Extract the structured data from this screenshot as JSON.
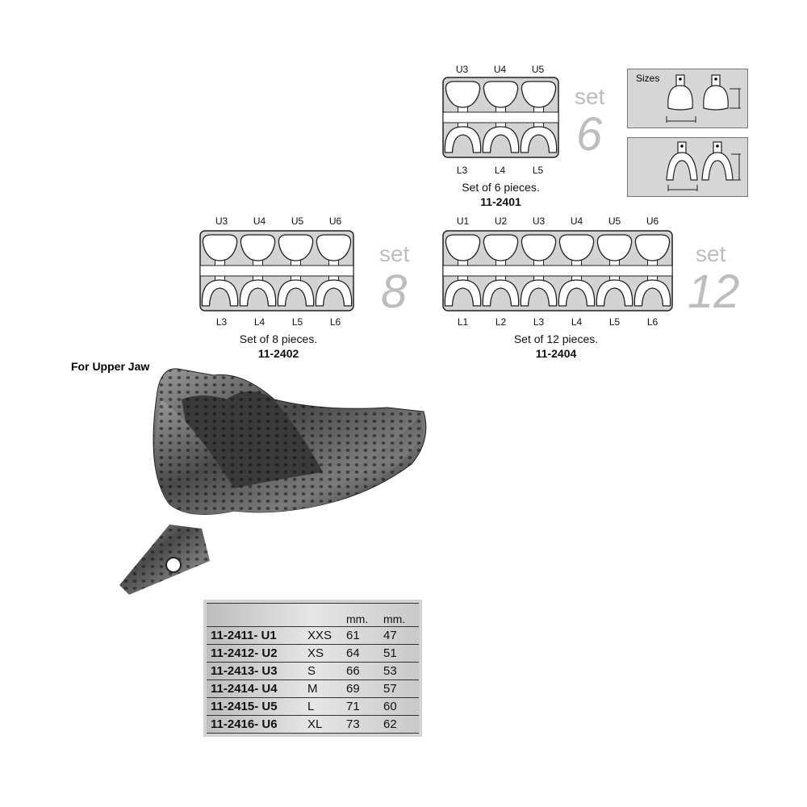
{
  "set6": {
    "upper": [
      "U3",
      "U4",
      "U5"
    ],
    "lower": [
      "L3",
      "L4",
      "L5"
    ],
    "caption": "Set of 6 pieces.",
    "code": "11-2401",
    "set_word": "set",
    "set_num": "6"
  },
  "set8": {
    "upper": [
      "U3",
      "U4",
      "U5",
      "U6"
    ],
    "lower": [
      "L3",
      "L4",
      "L5",
      "L6"
    ],
    "caption": "Set of 8 pieces.",
    "code": "11-2402",
    "set_word": "set",
    "set_num": "8"
  },
  "set12": {
    "upper": [
      "U1",
      "U2",
      "U3",
      "U4",
      "U5",
      "U6"
    ],
    "lower": [
      "L1",
      "L2",
      "L3",
      "L4",
      "L5",
      "L6"
    ],
    "caption": "Set of 12 pieces.",
    "code": "11-2404",
    "set_word": "set",
    "set_num": "12"
  },
  "sizes_label": "Sizes",
  "photo_label": "For Upper Jaw",
  "table": {
    "header": [
      "",
      "",
      "mm.",
      "mm."
    ],
    "rows": [
      [
        "11-2411- U1",
        "XXS",
        "61",
        "47"
      ],
      [
        "11-2412- U2",
        "XS",
        "64",
        "51"
      ],
      [
        "11-2413- U3",
        "S",
        "66",
        "53"
      ],
      [
        "11-2414- U4",
        "M",
        "69",
        "57"
      ],
      [
        "11-2415- U5",
        "L",
        "71",
        "60"
      ],
      [
        "11-2416- U6",
        "XL",
        "73",
        "62"
      ]
    ]
  }
}
